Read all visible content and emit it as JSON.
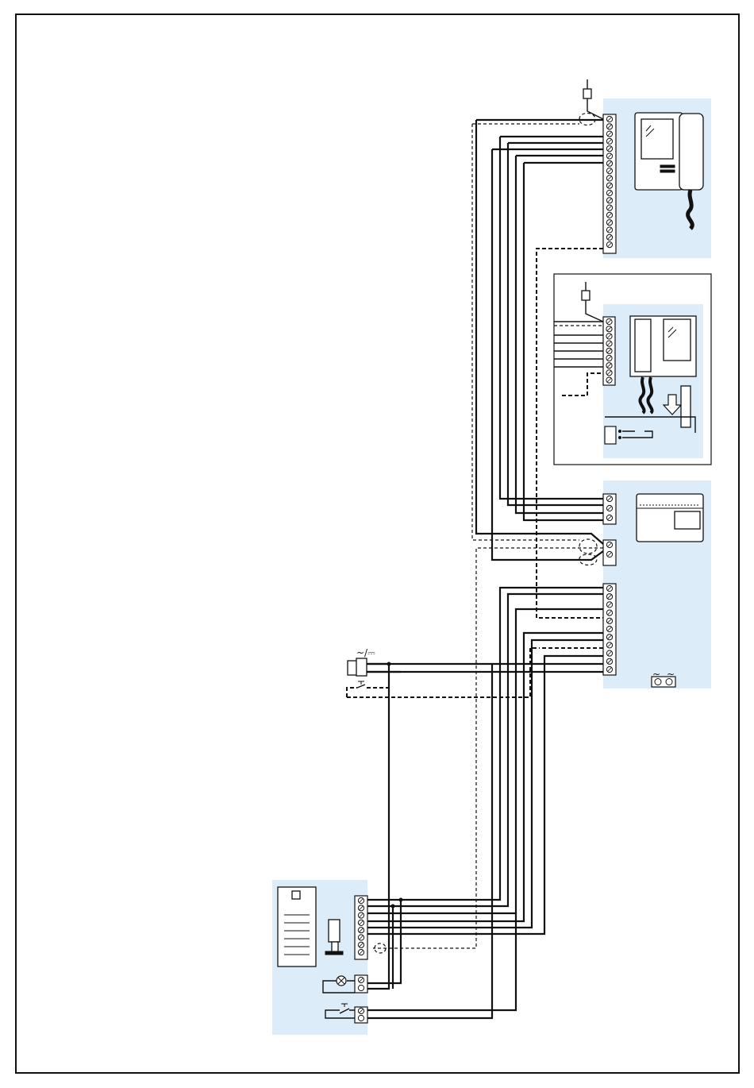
{
  "power_symbol": "~/⎓",
  "transformer_symbols": [
    "~",
    "~"
  ],
  "colors": {
    "panel_fill": "#dcecf8",
    "wire": "#111111",
    "background": "#ffffff"
  },
  "components": [
    {
      "name": "monitor-handset-top",
      "icon": "videophone-icon"
    },
    {
      "name": "monitor-handset-second",
      "icon": "videophone-icon"
    },
    {
      "name": "power-supply-unit",
      "icon": "din-rail-power-supply-icon"
    },
    {
      "name": "door-lock",
      "icon": "electric-lock-icon"
    },
    {
      "name": "entrance-panel",
      "icon": "door-entry-panel-icon"
    },
    {
      "name": "camera-module",
      "icon": "camera-icon"
    },
    {
      "name": "lamp",
      "icon": "lamp-icon"
    },
    {
      "name": "push-buttons",
      "icon": "push-button-icon"
    }
  ]
}
